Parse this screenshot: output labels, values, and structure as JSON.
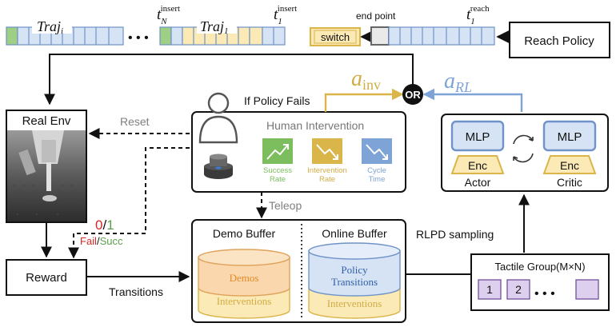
{
  "trajectory": {
    "traj_i": "Traj",
    "traj_i_sub": "i",
    "traj_1": "Traj",
    "traj_1_sub": "1",
    "dots": "• • •",
    "t_n_insert": "t",
    "t_n_insert_sub": "N",
    "t_n_insert_sup": "insert",
    "t_1_insert": "t",
    "t_1_insert_sub": "1",
    "t_1_insert_sup": "insert",
    "end_point": "end point",
    "t_1_reach": "t",
    "t_1_reach_sub": "1",
    "t_1_reach_sup": "reach",
    "switch": "switch"
  },
  "reach_policy": "Reach Policy",
  "real_env": "Real Env",
  "reset": "Reset",
  "if_policy_fails": "If Policy Fails",
  "a_inv": "a",
  "a_inv_sub": "inv",
  "a_rl": "a",
  "a_rl_sub": "RL",
  "or": "OR",
  "human": {
    "title": "Human Intervention",
    "metrics": [
      {
        "line1": "Success",
        "line2": "Rate"
      },
      {
        "line1": "Intervention",
        "line2": "Rate"
      },
      {
        "line1": "Cycle",
        "line2": "Time"
      }
    ]
  },
  "actor_critic": {
    "mlp": "MLP",
    "enc": "Enc",
    "actor": "Actor",
    "critic": "Critic"
  },
  "score": {
    "fail_val": "0",
    "slash": "/",
    "succ_val": "1",
    "fail": "Fail",
    "succ": "Succ"
  },
  "reward": "Reward",
  "teleop": "Teleop",
  "transitions": "Transitions",
  "rlpd_sampling": "RLPD sampling",
  "demo_buffer": {
    "title": "Demo Buffer",
    "top": "Demos",
    "bottom": "Interventions"
  },
  "online_buffer": {
    "title": "Online Buffer",
    "top1": "Policy",
    "top2": "Transitions",
    "bottom": "Interventions"
  },
  "tactile": {
    "title": "Tactile Group(M×N)",
    "cell1": "1",
    "cell2": "2",
    "dots": "• • •"
  },
  "colors": {
    "blue_fill": "#d6e3f5",
    "blue_stroke": "#6f93c8",
    "gold": "#d9b54a",
    "gold_text": "#d1ad45",
    "green": "#7cbd5e",
    "orange_text": "#e08a2a",
    "purple": "#ddd0ee",
    "fail_red": "#d62728",
    "succ_green": "#5aa04a",
    "gray_text": "#808080"
  }
}
